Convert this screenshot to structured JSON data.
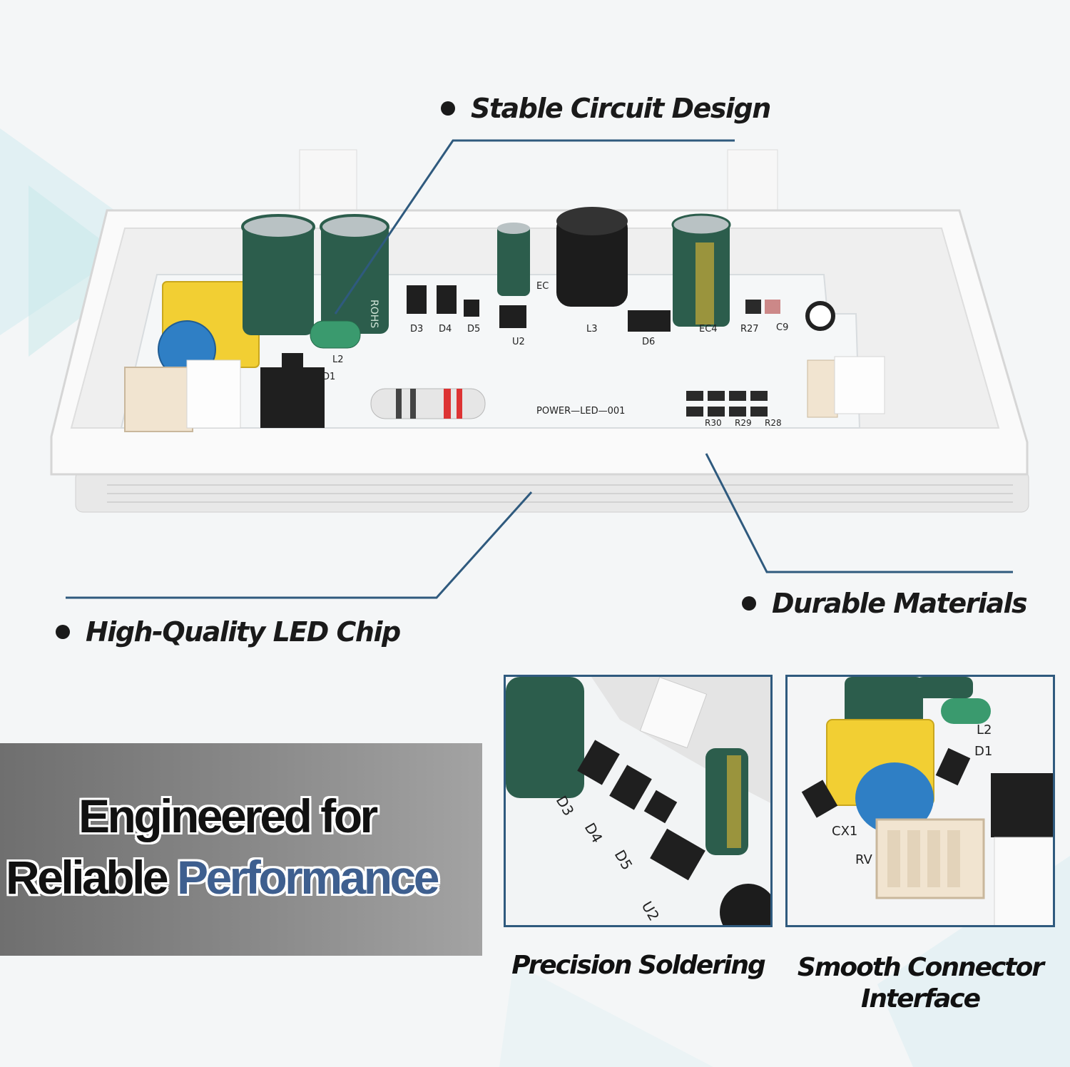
{
  "callouts": {
    "stable_circuit": "Stable Circuit Design",
    "led_chip": "High-Quality LED Chip",
    "durable": "Durable Materials"
  },
  "banner": {
    "line1": "Engineered for",
    "line2_prefix": "Reliable",
    "line2_accent": "Performance",
    "accent_color": "#3e5f8f"
  },
  "insets": {
    "soldering_caption": "Precision Soldering",
    "connector_caption_line1": "Smooth Connector",
    "connector_caption_line2": "Interface"
  },
  "board": {
    "model": "POWER—LED—001",
    "labels": [
      "D3",
      "D4",
      "D5",
      "U2",
      "L3",
      "D6",
      "EC4",
      "R27",
      "C9",
      "L2",
      "D1",
      "R30",
      "R29",
      "R28",
      "EC"
    ],
    "cap_text": "ROHS",
    "inset_labels": [
      "D3",
      "D4",
      "D5",
      "U2",
      "CX1",
      "D1",
      "L2",
      "RV"
    ]
  },
  "colors": {
    "leader_line": "#2f5a7e",
    "inset_border": "#2f5a7e",
    "capacitor": "#2c5d4c",
    "x_capacitor": "#f2cf33",
    "varistor": "#2f7fc5"
  }
}
